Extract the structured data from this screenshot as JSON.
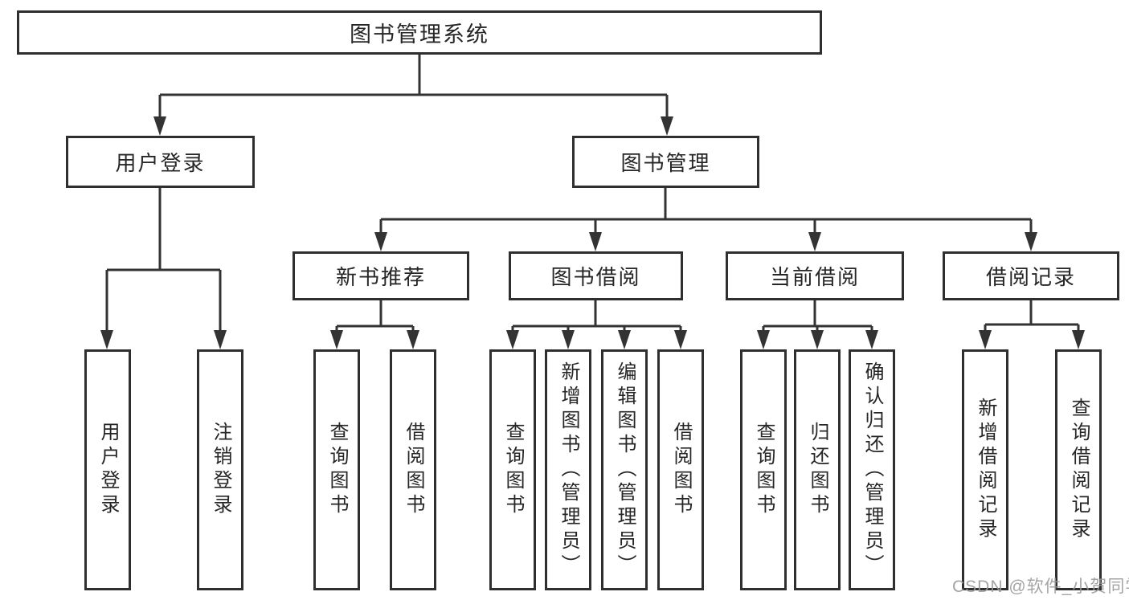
{
  "tree": {
    "label": "图书管理系统",
    "children": [
      {
        "label": "用户登录",
        "children": [
          {
            "label": "用户登录"
          },
          {
            "label": "注销登录"
          }
        ]
      },
      {
        "label": "图书管理",
        "children": [
          {
            "label": "新书推荐",
            "children": [
              {
                "label": "查询图书"
              },
              {
                "label": "借阅图书"
              }
            ]
          },
          {
            "label": "图书借阅",
            "children": [
              {
                "label": "查询图书"
              },
              {
                "label": "新增图书（管理员）"
              },
              {
                "label": "编辑图书（管理员）"
              },
              {
                "label": "借阅图书"
              }
            ]
          },
          {
            "label": "当前借阅",
            "children": [
              {
                "label": "查询图书"
              },
              {
                "label": "归还图书"
              },
              {
                "label": "确认归还（管理员）"
              }
            ]
          },
          {
            "label": "借阅记录",
            "children": [
              {
                "label": "新增借阅记录"
              },
              {
                "label": "查询借阅记录"
              }
            ]
          }
        ]
      }
    ]
  },
  "watermark": {
    "text": "CSDN @软件_小贺同学"
  },
  "colors": {
    "line": "#333333",
    "border": "#2f2f2f",
    "text": "#262626",
    "watermark": "#9b9b9b",
    "background": "#ffffff"
  }
}
